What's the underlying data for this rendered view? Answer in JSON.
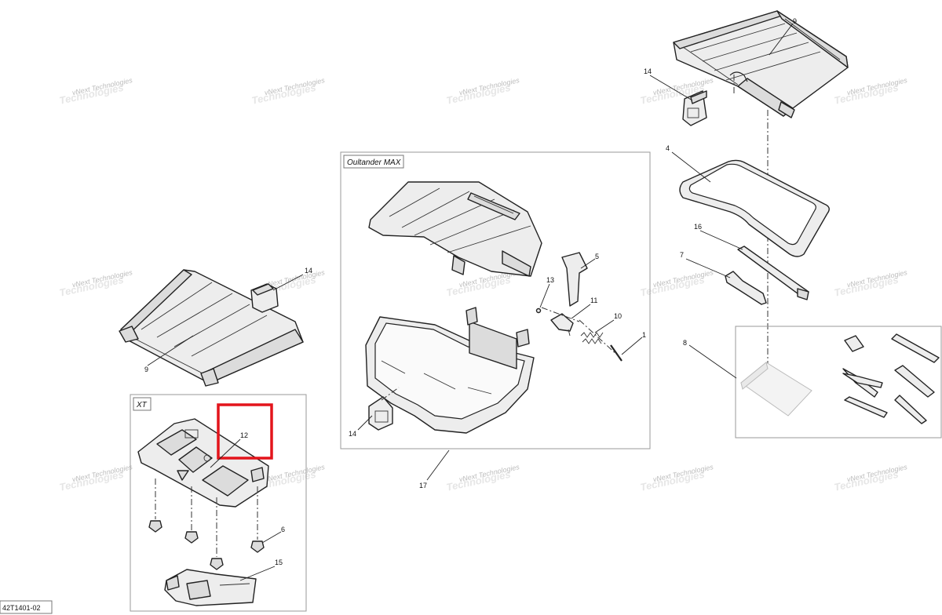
{
  "diagram": {
    "reference": "42T1401-02",
    "boxes": {
      "outlander": "Oultander MAX",
      "xt": "XT"
    },
    "watermark": {
      "line1": "vNext",
      "line2": "Technologies",
      "combined": "vNext Technologies"
    },
    "callouts": {
      "c9_top": "9",
      "c14_top": "14",
      "c4": "4",
      "c16": "16",
      "c7": "7",
      "c8": "8",
      "c1": "1",
      "c5": "5",
      "c13": "13",
      "c11": "11",
      "c10": "10",
      "c14_mid": "14",
      "c17": "17",
      "c9_left": "9",
      "c14_left": "14",
      "c12": "12",
      "c6": "6",
      "c15": "15"
    },
    "highlight_color": "#e3141b"
  }
}
